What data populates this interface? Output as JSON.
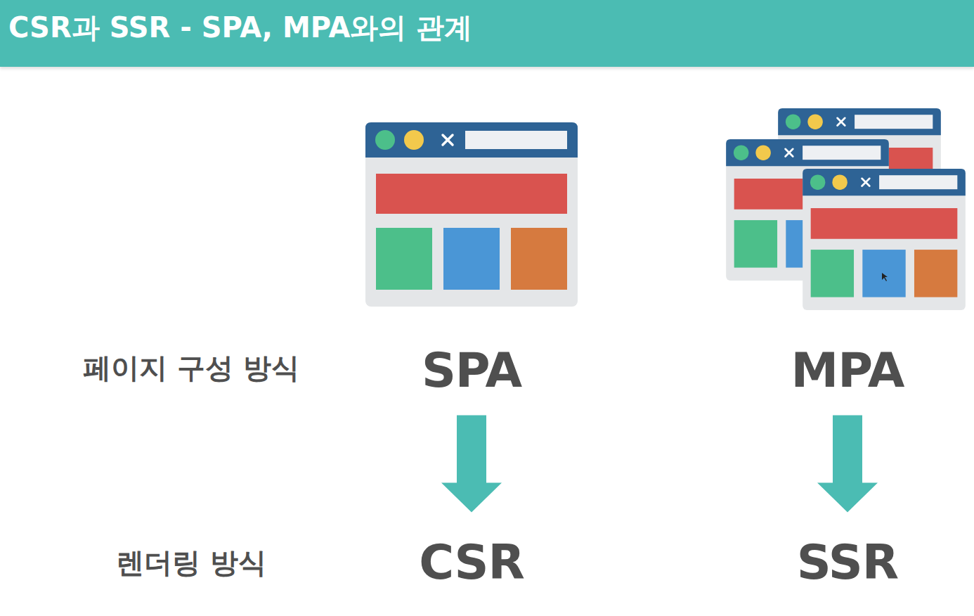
{
  "diagram": {
    "title": "CSR과 SSR - SPA, MPA와의 관계",
    "nodes": [
      {
        "text": [
          "SPA"
        ]
      },
      {
        "text": [
          "MPA"
        ]
      },
      {
        "text": [
          "CSR"
        ]
      },
      {
        "text": [
          "SSR"
        ]
      }
    ],
    "edges": [
      {
        "from": 0,
        "to": 2,
        "arrow": "to"
      },
      {
        "from": 1,
        "to": 3,
        "arrow": "to"
      }
    ],
    "labels": [
      "페이지 구성 방식",
      "렌더링 방식"
    ]
  }
}
